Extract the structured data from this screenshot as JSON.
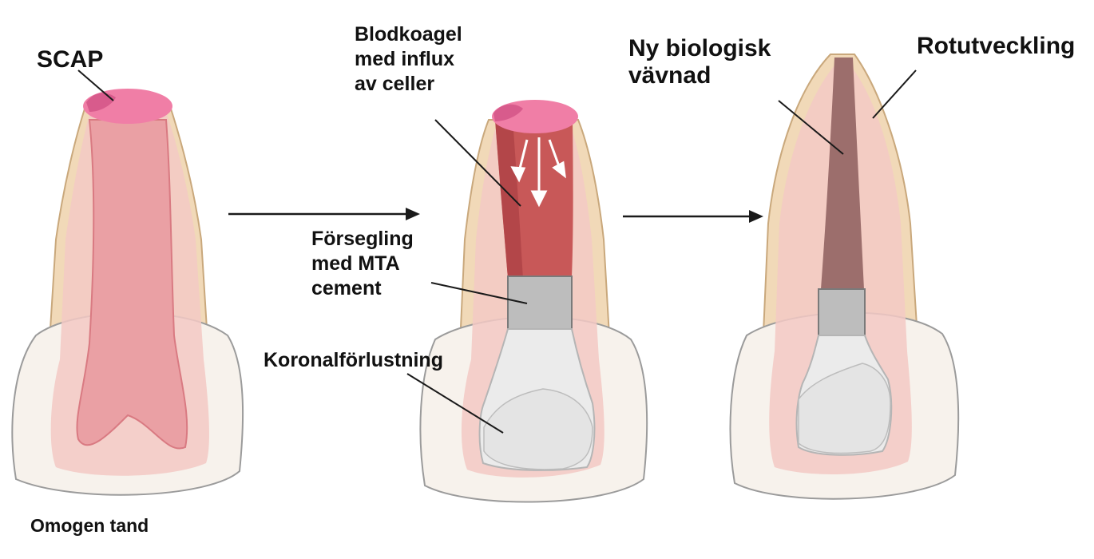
{
  "labels": {
    "scap": "SCAP",
    "immature_tooth": "Omogen tand",
    "blood_clot": "Blodkoagel\nmed influx\nav celler",
    "mta_seal": "Försegling\nmed MTA\ncement",
    "coronal_seal": "Koronalförlustning",
    "new_tissue": "Ny biologisk\nvävnad",
    "root_development": "Rotutveckling"
  },
  "colors": {
    "crown_fill": "#f7f2ec",
    "crown_stroke": "#9b9b9b",
    "root_outer": "#f1d9b8",
    "root_outer_stroke": "#c9a87c",
    "dentin": "#f3c9c4",
    "pulp": "#eaa0a4",
    "pulp_stroke": "#d97a82",
    "papilla": "#f07ea6",
    "clot": "#c85858",
    "clot_dark": "#a93f43",
    "mta": "#bdbdbd",
    "coronal": "#ebebeb",
    "new_tissue": "#9c6e6c",
    "arrow": "#1a1a1a",
    "leader": "#1a1a1a"
  }
}
